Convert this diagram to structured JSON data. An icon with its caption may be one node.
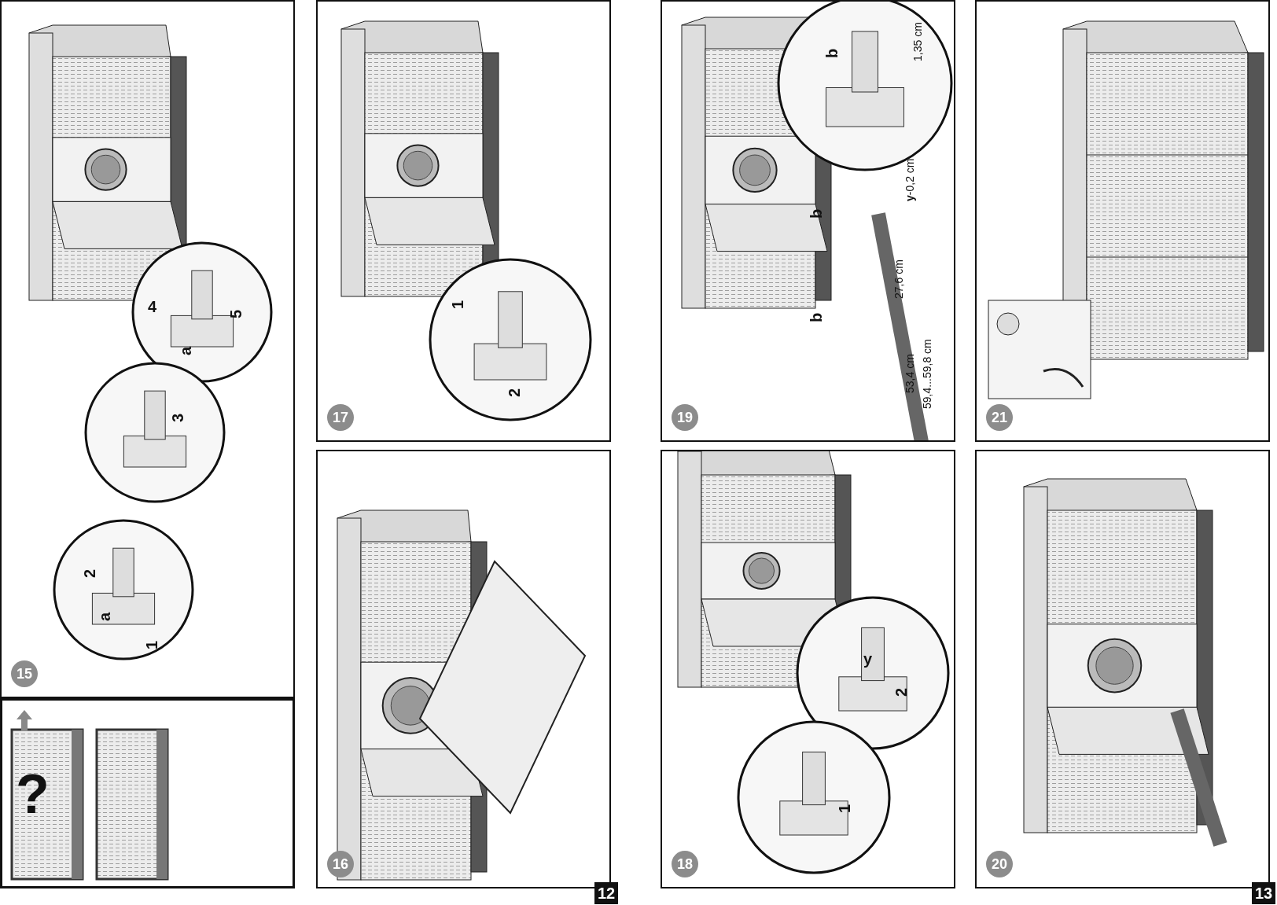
{
  "diagram": {
    "nodes": [
      {
        "text": [
          "15"
        ]
      },
      {
        "text": [],
        "shape": "box"
      },
      {
        "text": [
          "17"
        ]
      },
      {
        "text": [
          "16"
        ]
      },
      {
        "text": [
          "19"
        ]
      },
      {
        "text": [
          "18"
        ]
      },
      {
        "text": [
          "21"
        ]
      },
      {
        "text": [
          "20"
        ]
      }
    ],
    "labels": [
      "4",
      "5",
      "a",
      "3",
      "2",
      "a",
      "1",
      "?",
      "1",
      "2",
      "b",
      "1,35 cm",
      "b",
      "**y**-0,2 cm",
      "b",
      "27,6 cm",
      "53,4 cm",
      "59,4...59,8 cm",
      "y",
      "2",
      "1",
      "12",
      "13"
    ]
  }
}
